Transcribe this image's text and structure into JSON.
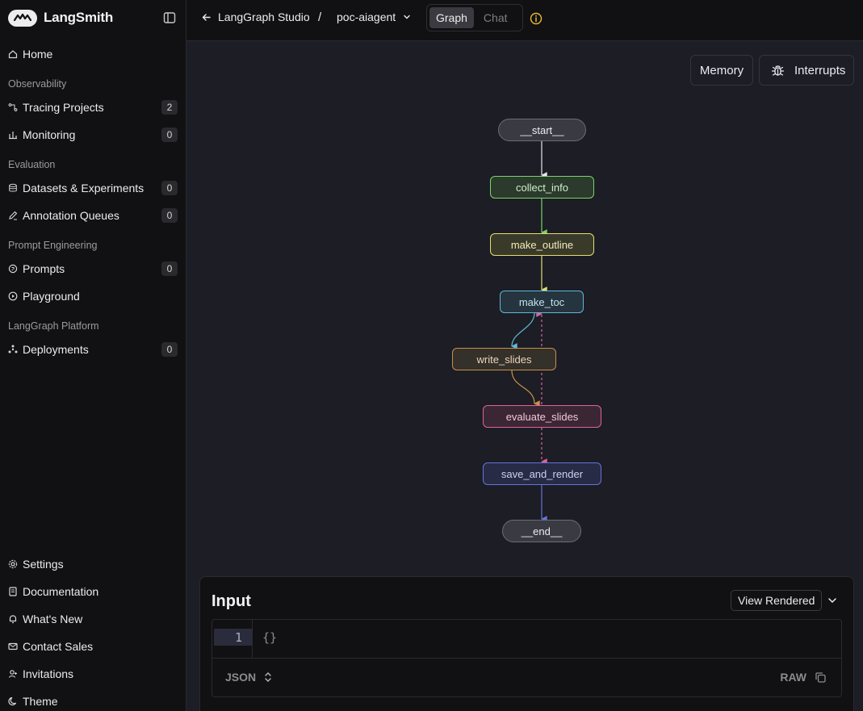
{
  "brand": {
    "name": "LangSmith"
  },
  "sidebar": {
    "primary": [
      {
        "label": "Home",
        "icon": "home-icon"
      }
    ],
    "sections": [
      {
        "title": "Observability",
        "items": [
          {
            "label": "Tracing Projects",
            "count": "2",
            "icon": "tracing-icon"
          },
          {
            "label": "Monitoring",
            "count": "0",
            "icon": "monitoring-icon"
          }
        ]
      },
      {
        "title": "Evaluation",
        "items": [
          {
            "label": "Datasets & Experiments",
            "count": "0",
            "icon": "database-icon"
          },
          {
            "label": "Annotation Queues",
            "count": "0",
            "icon": "pen-icon"
          }
        ]
      },
      {
        "title": "Prompt Engineering",
        "items": [
          {
            "label": "Prompts",
            "count": "0",
            "icon": "prompt-icon"
          },
          {
            "label": "Playground",
            "icon": "play-icon"
          }
        ]
      },
      {
        "title": "LangGraph Platform",
        "items": [
          {
            "label": "Deployments",
            "count": "0",
            "icon": "deploy-icon"
          }
        ]
      }
    ],
    "bottom": [
      {
        "label": "Settings",
        "icon": "gear-icon"
      },
      {
        "label": "Documentation",
        "icon": "doc-icon"
      },
      {
        "label": "What's New",
        "icon": "bell-icon"
      },
      {
        "label": "Contact Sales",
        "icon": "mail-icon"
      },
      {
        "label": "Invitations",
        "icon": "user-icon"
      },
      {
        "label": "Theme",
        "icon": "moon-icon"
      }
    ]
  },
  "topbar": {
    "back_label": "LangGraph Studio",
    "separator": "/",
    "graph_name": "poc-aiagent",
    "tabs": [
      "Graph",
      "Chat"
    ],
    "active_tab": "Graph"
  },
  "canvas": {
    "memory_label": "Memory",
    "interrupts_label": "Interrupts",
    "nodes": [
      {
        "id": "start",
        "label": "__start__",
        "color": "#9a9aa2"
      },
      {
        "id": "collect_info",
        "label": "collect_info",
        "color": "#7bd36a"
      },
      {
        "id": "make_outline",
        "label": "make_outline",
        "color": "#e4dc72"
      },
      {
        "id": "make_toc",
        "label": "make_toc",
        "color": "#5fb8d8"
      },
      {
        "id": "write_slides",
        "label": "write_slides",
        "color": "#c7904a"
      },
      {
        "id": "evaluate_slides",
        "label": "evaluate_slides",
        "color": "#e0609e"
      },
      {
        "id": "save_and_render",
        "label": "save_and_render",
        "color": "#6474d8"
      },
      {
        "id": "end",
        "label": "__end__",
        "color": "#9a9aa2"
      }
    ]
  },
  "input_panel": {
    "title": "Input",
    "view_label": "View Rendered",
    "line_number": "1",
    "code": "{}",
    "format_label": "JSON",
    "raw_label": "RAW"
  }
}
